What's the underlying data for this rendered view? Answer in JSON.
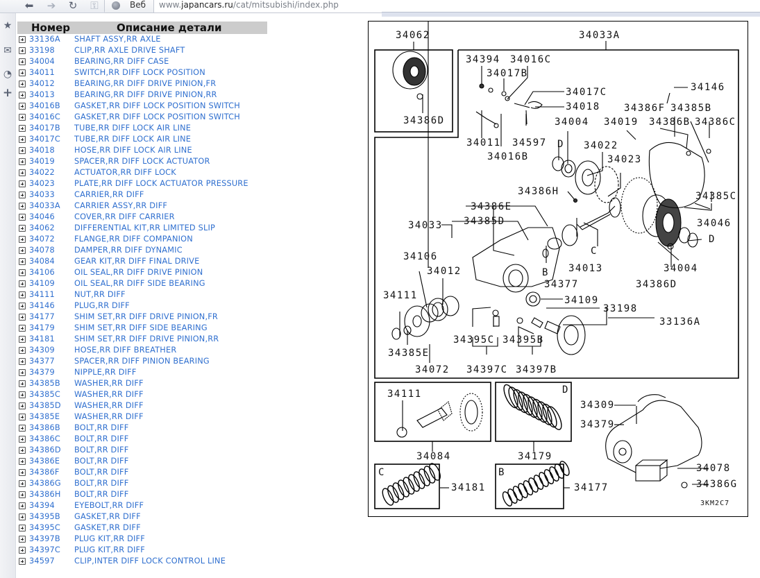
{
  "browser": {
    "nav": {
      "back_icon": "arrow-left-icon",
      "forward_icon": "arrow-right-icon",
      "reload_icon": "reload-icon",
      "key_icon": "key-icon"
    },
    "address_bar": {
      "security_label": "Веб",
      "url_prefix": "www.",
      "url_domain": "japancars.ru",
      "url_path": "/cat/mitsubishi/index.php"
    },
    "sidebar_icons": [
      "star-icon",
      "mail-icon",
      "history-icon",
      "plus-icon"
    ]
  },
  "parts_table": {
    "headers": {
      "number": "Номер",
      "description": "Описание детали"
    },
    "rows": [
      {
        "number": "33136A",
        "description": "SHAFT ASSY,RR AXLE"
      },
      {
        "number": "33198",
        "description": "CLIP,RR AXLE DRIVE SHAFT"
      },
      {
        "number": "34004",
        "description": "BEARING,RR DIFF CASE"
      },
      {
        "number": "34011",
        "description": "SWITCH,RR DIFF LOCK POSITION"
      },
      {
        "number": "34012",
        "description": "BEARING,RR DIFF DRIVE PINION,FR"
      },
      {
        "number": "34013",
        "description": "BEARING,RR DIFF DRIVE PINION,RR"
      },
      {
        "number": "34016B",
        "description": "GASKET,RR DIFF LOCK POSITION SWITCH"
      },
      {
        "number": "34016C",
        "description": "GASKET,RR DIFF LOCK POSITION SWITCH"
      },
      {
        "number": "34017B",
        "description": "TUBE,RR DIFF LOCK AIR LINE"
      },
      {
        "number": "34017C",
        "description": "TUBE,RR DIFF LOCK AIR LINE"
      },
      {
        "number": "34018",
        "description": "HOSE,RR DIFF LOCK AIR LINE"
      },
      {
        "number": "34019",
        "description": "SPACER,RR DIFF LOCK ACTUATOR"
      },
      {
        "number": "34022",
        "description": "ACTUATOR,RR DIFF LOCK"
      },
      {
        "number": "34023",
        "description": "PLATE,RR DIFF LOCK ACTUATOR PRESSURE"
      },
      {
        "number": "34033",
        "description": "CARRIER,RR DIFF"
      },
      {
        "number": "34033A",
        "description": "CARRIER ASSY,RR DIFF"
      },
      {
        "number": "34046",
        "description": "COVER,RR DIFF CARRIER"
      },
      {
        "number": "34062",
        "description": "DIFFERENTIAL KIT,RR LIMITED SLIP"
      },
      {
        "number": "34072",
        "description": "FLANGE,RR DIFF COMPANION"
      },
      {
        "number": "34078",
        "description": "DAMPER,RR DIFF DYNAMIC"
      },
      {
        "number": "34084",
        "description": "GEAR KIT,RR DIFF FINAL DRIVE"
      },
      {
        "number": "34106",
        "description": "OIL SEAL,RR DIFF DRIVE PINION"
      },
      {
        "number": "34109",
        "description": "OIL SEAL,RR DIFF SIDE BEARING"
      },
      {
        "number": "34111",
        "description": "NUT,RR DIFF"
      },
      {
        "number": "34146",
        "description": "PLUG,RR DIFF"
      },
      {
        "number": "34177",
        "description": "SHIM SET,RR DIFF DRIVE PINION,FR"
      },
      {
        "number": "34179",
        "description": "SHIM SET,RR DIFF SIDE BEARING"
      },
      {
        "number": "34181",
        "description": "SHIM SET,RR DIFF DRIVE PINION,RR"
      },
      {
        "number": "34309",
        "description": "HOSE,RR DIFF BREATHER"
      },
      {
        "number": "34377",
        "description": "SPACER,RR DIFF PINION BEARING"
      },
      {
        "number": "34379",
        "description": "NIPPLE,RR DIFF"
      },
      {
        "number": "34385B",
        "description": "WASHER,RR DIFF"
      },
      {
        "number": "34385C",
        "description": "WASHER,RR DIFF"
      },
      {
        "number": "34385D",
        "description": "WASHER,RR DIFF"
      },
      {
        "number": "34385E",
        "description": "WASHER,RR DIFF"
      },
      {
        "number": "34386B",
        "description": "BOLT,RR DIFF"
      },
      {
        "number": "34386C",
        "description": "BOLT,RR DIFF"
      },
      {
        "number": "34386D",
        "description": "BOLT,RR DIFF"
      },
      {
        "number": "34386E",
        "description": "BOLT,RR DIFF"
      },
      {
        "number": "34386F",
        "description": "BOLT,RR DIFF"
      },
      {
        "number": "34386G",
        "description": "BOLT,RR DIFF"
      },
      {
        "number": "34386H",
        "description": "BOLT,RR DIFF"
      },
      {
        "number": "34394",
        "description": "EYEBOLT,RR DIFF"
      },
      {
        "number": "34395B",
        "description": "GASKET,RR DIFF"
      },
      {
        "number": "34395C",
        "description": "GASKET,RR DIFF"
      },
      {
        "number": "34397B",
        "description": "PLUG KIT,RR DIFF"
      },
      {
        "number": "34397C",
        "description": "PLUG KIT,RR DIFF"
      },
      {
        "number": "34597",
        "description": "CLIP,INTER DIFF LOCK CONTROL LINE"
      }
    ]
  },
  "diagram": {
    "code": "3KM2C7",
    "callouts": {
      "c34062": "34062",
      "c34033A": "34033A",
      "c34386D_a": "34386D",
      "c34394": "34394",
      "c34016C": "34016C",
      "c34017B": "34017B",
      "c34017C": "34017C",
      "c34018": "34018",
      "c34146": "34146",
      "c34386F": "34386F",
      "c34385B": "34385B",
      "c34011": "34011",
      "c34597": "34597",
      "c34016B": "34016B",
      "c34004_a": "34004",
      "c34019": "34019",
      "c34386B": "34386B",
      "c34386C": "34386C",
      "c34022": "34022",
      "c34023": "34023",
      "c34386H": "34386H",
      "c34385C": "34385C",
      "c34386E": "34386E",
      "c34033": "34033",
      "c34385D": "34385D",
      "c34046": "34046",
      "c34106": "34106",
      "c34012": "34012",
      "c34013": "34013",
      "c34377": "34377",
      "c34004_b": "34004",
      "c34386D_b": "34386D",
      "c34111_a": "34111",
      "c34109": "34109",
      "c33198": "33198",
      "c33136A": "33136A",
      "c34395C": "34395C",
      "c34395B": "34395B",
      "c34385E": "34385E",
      "c34072": "34072",
      "c34397C": "34397C",
      "c34397B": "34397B",
      "c34111_b": "34111",
      "c34084": "34084",
      "c34179": "34179",
      "c34309": "34309",
      "c34379": "34379",
      "c34181": "34181",
      "c34177": "34177",
      "c34078": "34078",
      "c34386G": "34386G",
      "refD1": "D",
      "refD2": "D",
      "refD3": "D",
      "refB1": "B",
      "refB2": "B",
      "refC1": "C",
      "refC2": "C"
    }
  }
}
